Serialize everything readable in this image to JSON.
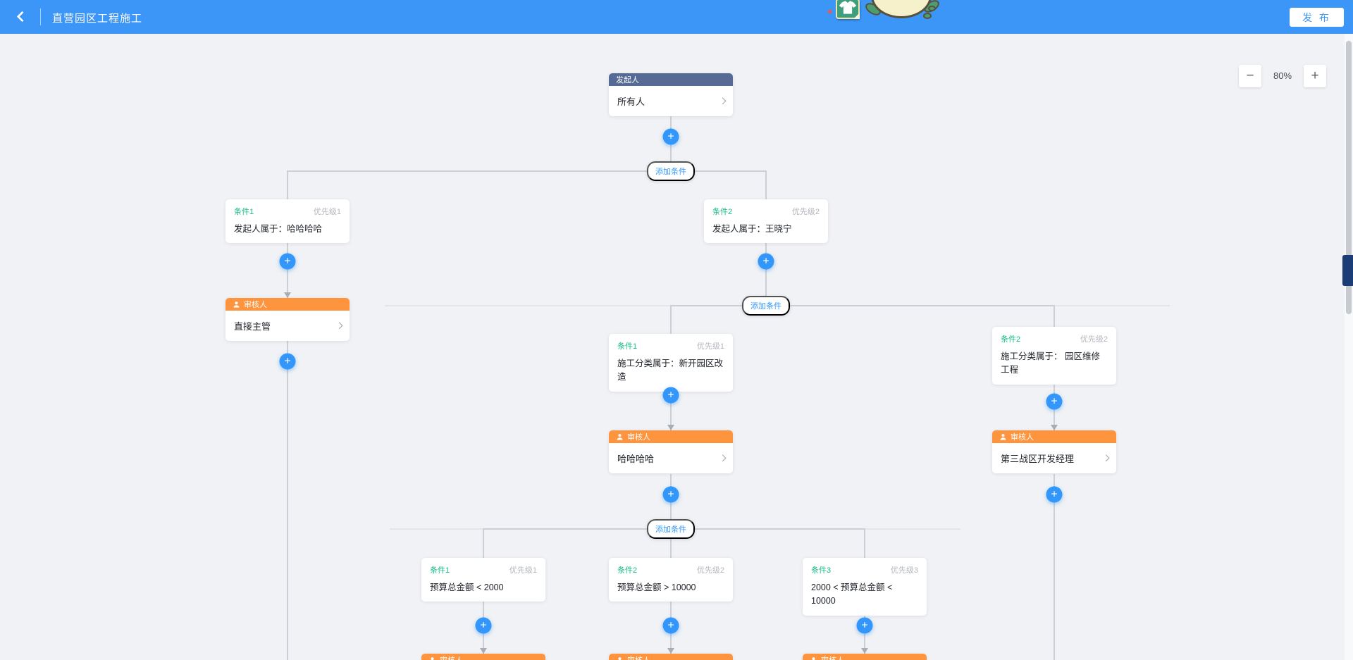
{
  "header": {
    "title": "直营园区工程施工",
    "publish_label": "发 布"
  },
  "zoom_control": {
    "minus_label": "−",
    "value": "80%",
    "plus_label": "+"
  },
  "icons": {
    "plus_glyph": "+"
  },
  "pills": [
    "添加条件",
    "添加条件",
    "添加条件"
  ],
  "nodes": {
    "start": {
      "title": "发起人",
      "content": "所有人"
    },
    "cond_l1_1": {
      "title": "条件1",
      "priority": "优先级1",
      "content": "发起人属于：哈哈哈哈"
    },
    "cond_l1_2": {
      "title": "条件2",
      "priority": "优先级2",
      "content": "发起人属于：王晓宁"
    },
    "approver_direct": {
      "title": "审核人",
      "content": "直接主管"
    },
    "cond_l2_1": {
      "title": "条件1",
      "priority": "优先级1",
      "content": "施工分类属于：新开园区改造"
    },
    "cond_l2_2": {
      "title": "条件2",
      "priority": "优先级2",
      "content": "施工分类属于： 园区维修工程"
    },
    "approver_haha": {
      "title": "审核人",
      "content": "哈哈哈哈"
    },
    "approver_third_war": {
      "title": "审核人",
      "content": "第三战区开发经理"
    },
    "cond_l3_1": {
      "title": "条件1",
      "priority": "优先级1",
      "content": "预算总金额 < 2000"
    },
    "cond_l3_2": {
      "title": "条件2",
      "priority": "优先级2",
      "content": "预算总金额 > 10000"
    },
    "cond_l3_3": {
      "title": "条件3",
      "priority": "优先级3",
      "content": "2000 < 预算总金额 < 10000"
    },
    "approver_bottom_1": {
      "title": "审核人"
    },
    "approver_bottom_2": {
      "title": "审核人"
    },
    "approver_bottom_3": {
      "title": "审核人"
    }
  },
  "colors": {
    "header_blue": "#3b96f8",
    "plus_blue": "#3296fa",
    "approver_orange": "#ff943e",
    "start_header_slate": "#576a95",
    "condition_green": "#15bc83",
    "line_gray": "#ccd0d6",
    "canvas_bg": "#f1f2f5"
  }
}
